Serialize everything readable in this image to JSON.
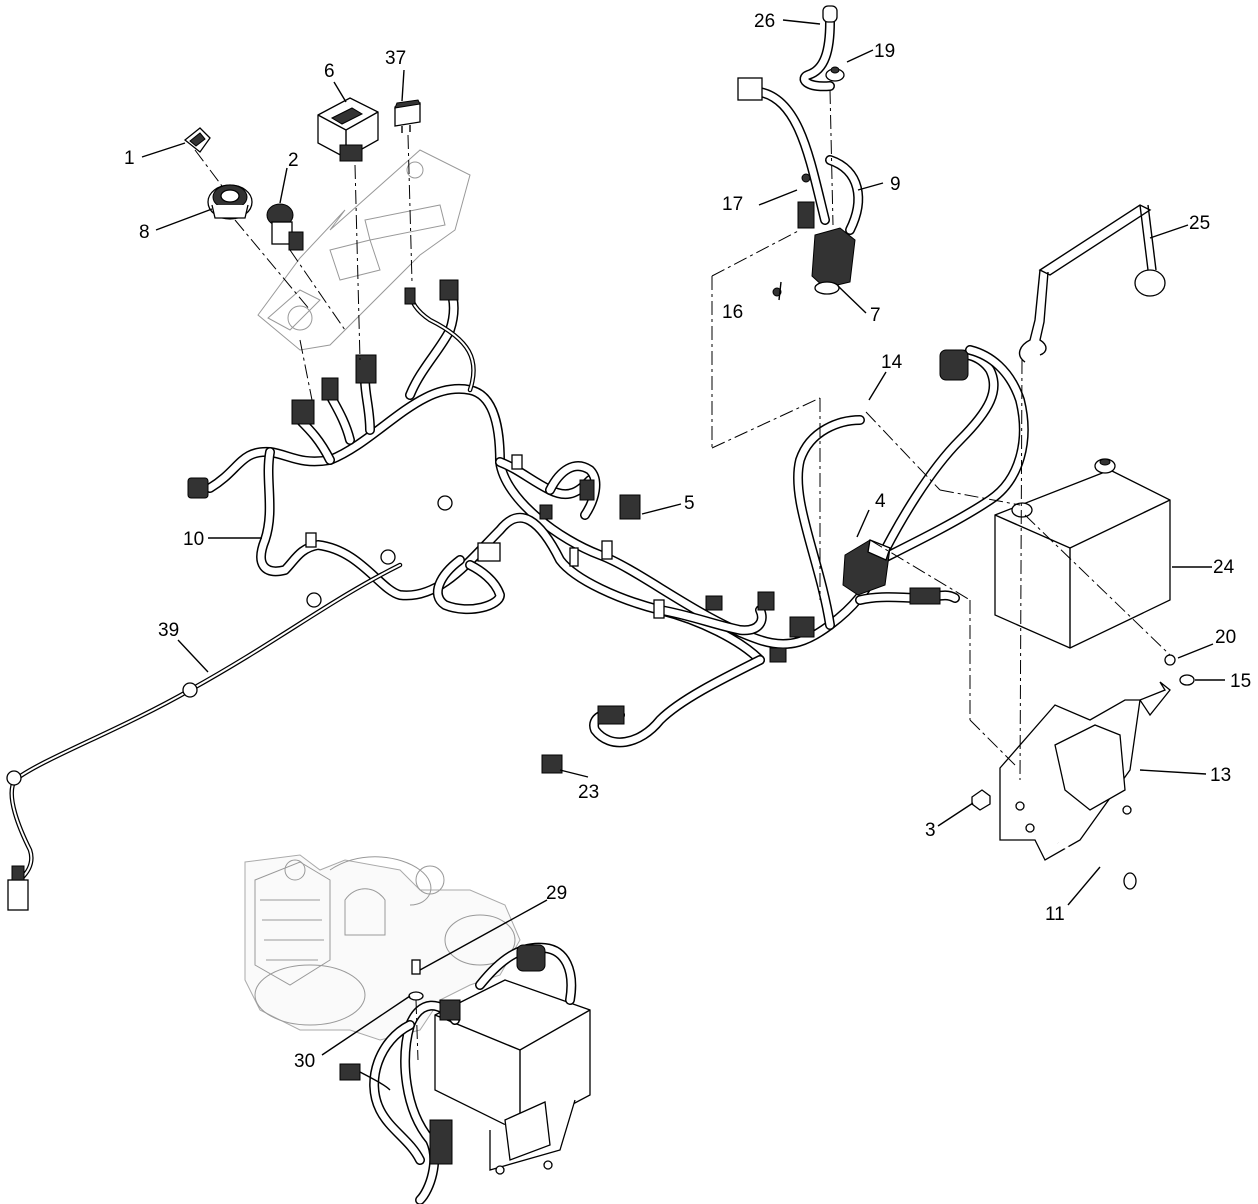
{
  "callouts": [
    {
      "id": "c1",
      "text": "1"
    },
    {
      "id": "c2",
      "text": "2"
    },
    {
      "id": "c3",
      "text": "3"
    },
    {
      "id": "c4",
      "text": "4"
    },
    {
      "id": "c5",
      "text": "5"
    },
    {
      "id": "c6",
      "text": "6"
    },
    {
      "id": "c7",
      "text": "7"
    },
    {
      "id": "c8",
      "text": "8"
    },
    {
      "id": "c9",
      "text": "9"
    },
    {
      "id": "c10",
      "text": "10"
    },
    {
      "id": "c11",
      "text": "11"
    },
    {
      "id": "c13",
      "text": "13"
    },
    {
      "id": "c14",
      "text": "14"
    },
    {
      "id": "c15",
      "text": "15"
    },
    {
      "id": "c16",
      "text": "16"
    },
    {
      "id": "c17",
      "text": "17"
    },
    {
      "id": "c19",
      "text": "19"
    },
    {
      "id": "c20",
      "text": "20"
    },
    {
      "id": "c23",
      "text": "23"
    },
    {
      "id": "c24",
      "text": "24"
    },
    {
      "id": "c25",
      "text": "25"
    },
    {
      "id": "c26",
      "text": "26"
    },
    {
      "id": "c29",
      "text": "29"
    },
    {
      "id": "c30",
      "text": "30"
    },
    {
      "id": "c37",
      "text": "37"
    },
    {
      "id": "c39",
      "text": "39"
    }
  ]
}
